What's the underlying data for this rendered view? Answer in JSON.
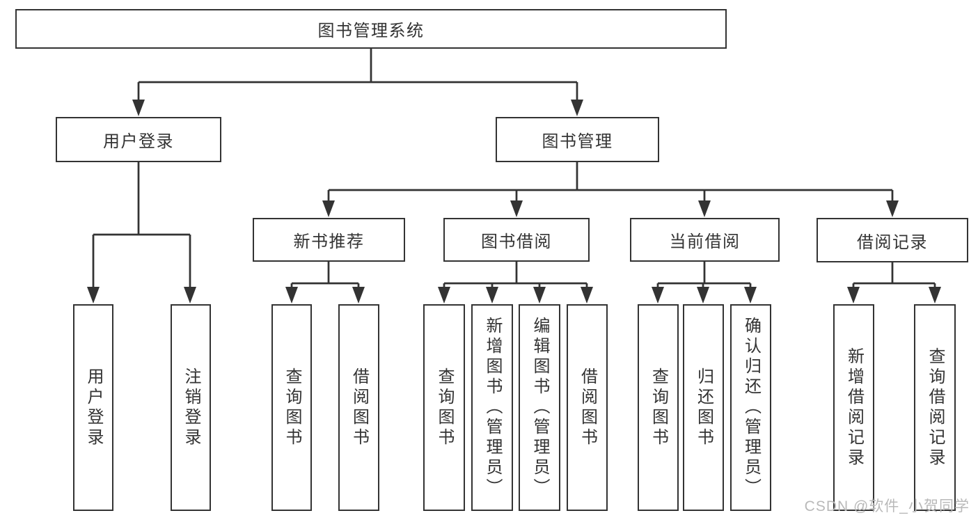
{
  "diagram": {
    "title": "图书管理系统",
    "type": "hierarchy",
    "root": {
      "label": "图书管理系统"
    },
    "branches": [
      {
        "label": "用户登录",
        "children": [
          {
            "label": "用户登录"
          },
          {
            "label": "注销登录"
          }
        ]
      },
      {
        "label": "图书管理",
        "children": [
          {
            "label": "新书推荐",
            "children": [
              {
                "label": "查询图书"
              },
              {
                "label": "借阅图书"
              }
            ]
          },
          {
            "label": "图书借阅",
            "children": [
              {
                "label": "查询图书"
              },
              {
                "label": "新增图书（管理员）"
              },
              {
                "label": "编辑图书（管理员）"
              },
              {
                "label": "借阅图书"
              }
            ]
          },
          {
            "label": "当前借阅",
            "children": [
              {
                "label": "查询图书"
              },
              {
                "label": "归还图书"
              },
              {
                "label": "确认归还（管理员）"
              }
            ]
          },
          {
            "label": "借阅记录",
            "children": [
              {
                "label": "新增借阅记录"
              },
              {
                "label": "查询借阅记录"
              }
            ]
          }
        ]
      }
    ]
  },
  "watermark": {
    "text": "CSDN @软件_小贺同学"
  },
  "colors": {
    "line": "#333333",
    "box_border": "#333333",
    "text": "#333333",
    "background": "#ffffff",
    "watermark": "#b9b9b9"
  }
}
